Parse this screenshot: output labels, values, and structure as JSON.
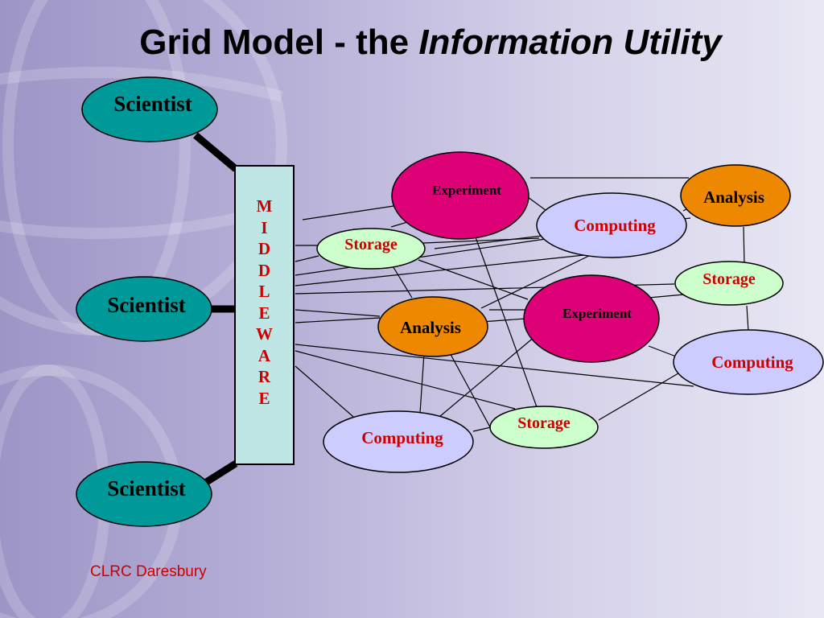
{
  "slide": {
    "title_main": "Grid Model - the ",
    "title_italic": "Information Utility",
    "footer": "CLRC Daresbury"
  },
  "middleware": {
    "letters": [
      "M",
      "I",
      "D",
      "D",
      "L",
      "E",
      "W",
      "A",
      "R",
      "E"
    ]
  },
  "nodes": {
    "scientist_top": "Scientist",
    "scientist_mid": "Scientist",
    "scientist_bottom": "Scientist",
    "experiment_top": "Experiment",
    "experiment_mid": "Experiment",
    "analysis_top_right": "Analysis",
    "analysis_center": "Analysis",
    "computing_top": "Computing",
    "computing_right": "Computing",
    "computing_bottom": "Computing",
    "storage_left": "Storage",
    "storage_right": "Storage",
    "storage_bottom": "Storage"
  },
  "colors": {
    "scientist": "#009999",
    "experiment": "#dd0077",
    "analysis": "#ee8800",
    "computing": "#ccccff",
    "storage": "#ccffcc",
    "middleware": "#bde6e4",
    "label_red": "#cc0000"
  }
}
